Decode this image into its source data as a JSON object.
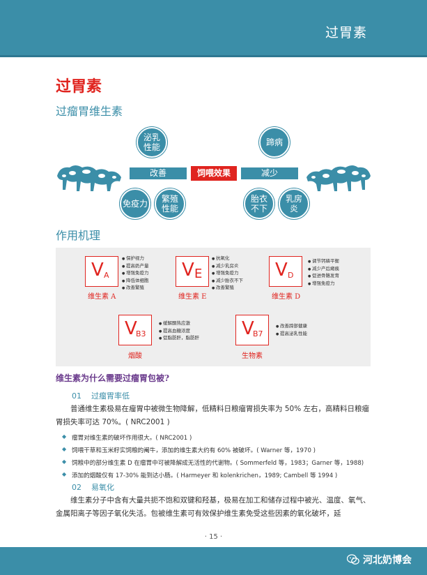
{
  "header": {
    "title": "过胃素"
  },
  "main_title": "过胃素",
  "section1_title": "过瘤胃维生素",
  "diagram": {
    "improve_label": "改善",
    "center_label": "饲喂效果",
    "reduce_label": "减少",
    "improve_items": [
      "泌乳\n性能",
      "免疫力",
      "繁殖\n性能"
    ],
    "reduce_items": [
      "蹄病",
      "胎衣\n不下",
      "乳房\n炎"
    ],
    "colors": {
      "teal": "#3b8ea8",
      "red": "#e0241f"
    }
  },
  "section2_title": "作用机理",
  "mechanism": [
    {
      "v": "V",
      "sub": "A",
      "label": "维生素 A",
      "effects": [
        "保护视力",
        "提高奶产量",
        "增强免疫力",
        "降低体细胞",
        "改善繁殖"
      ]
    },
    {
      "v": "V",
      "sub": "E",
      "label": "维生素 E",
      "effects": [
        "抗氧化",
        "减少乳房炎",
        "增强免疫力",
        "减少胎衣不下",
        "改善繁殖"
      ]
    },
    {
      "v": "V",
      "sub": "D",
      "label": "维生素 D",
      "effects": [
        "调节钙磷平衡",
        "减少产后瘫痪",
        "促进骨骼发育",
        "增强免疫力"
      ]
    },
    {
      "v": "V",
      "sub": "B3",
      "label": "烟酸",
      "effects": [
        "缓解酮热应激",
        "提高血糖浓度",
        "促脂肪肝，脂肪肝"
      ]
    },
    {
      "v": "V",
      "sub": "B7",
      "label": "生物素",
      "effects": [
        "改善蹄部健康",
        "提高泌乳性能"
      ]
    }
  ],
  "question": "维生素为什么需要过瘤胃包被?",
  "point1": {
    "num": "01",
    "title": "过瘤胃率低"
  },
  "para1": "普通维生素极易在瘤胃中被微生物降解，低精料日粮瘤胃损失率为 50% 左右，高精料日粮瘤胃损失率可达 70%。( NRC2001 )",
  "bullets": [
    "瘤胃对维生素的破坏作用很大。( NRC2001 )",
    "饲喂干草和玉米籽实饲粮的阉牛，添加的维生素大约有 60% 被破坏。( Warner 等，1970 )",
    "饲粮中的部分维生素 D 在瘤胃中可被降解成无活性的代谢物。( Sommerfeld 等，1983；Garner 等，1988)",
    "添加的烟酸仅有 17-30% 能到达小肠。( Harmeyer 和 kolenkrichen，1989; Cambell 等 1994 )"
  ],
  "point2": {
    "num": "02",
    "title": "易氧化"
  },
  "para2": "维生素分子中含有大量共扼不饱和双键和羟基，极易在加工和储存过程中被光、温度、氧气、金属阳离子等因子氧化失活。包被维生素可有效保护维生素免受这些因素的氧化破坏，延",
  "page_number": "· 15 ·",
  "footer_brand": "河北奶博会"
}
